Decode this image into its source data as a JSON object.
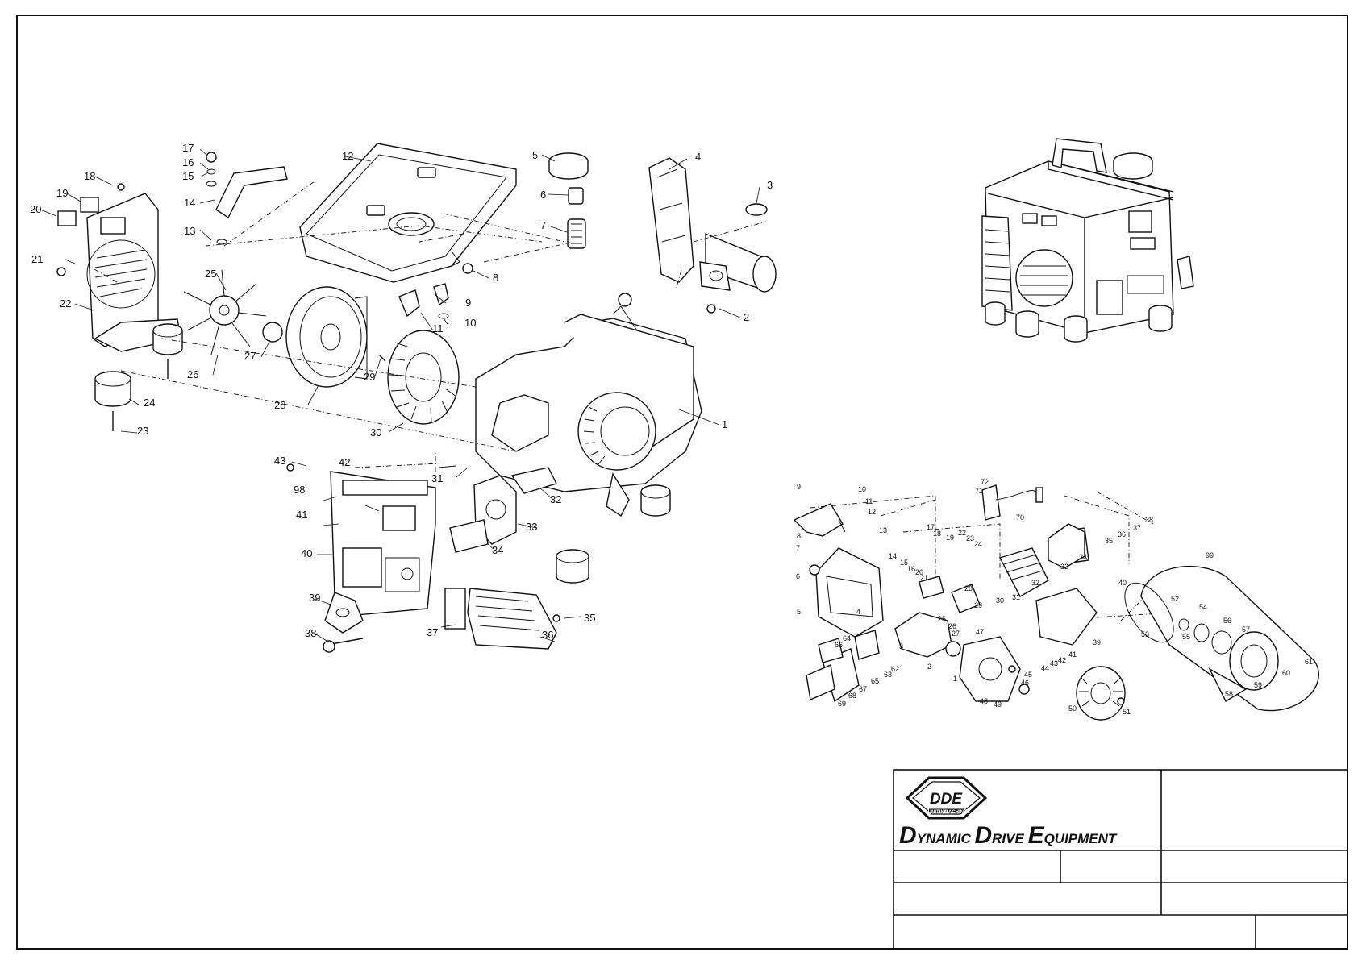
{
  "company": {
    "logo_text": "DDE",
    "logo_subtext_left": "UNITING",
    "logo_subtext_right": "MACHINES",
    "name_parts": [
      {
        "initial": "D",
        "rest": "YNAMIC"
      },
      {
        "initial": "D",
        "rest": "RIVE"
      },
      {
        "initial": "E",
        "rest": "QUIPMENT"
      }
    ]
  },
  "main_diagram": {
    "callouts": [
      "1",
      "2",
      "3",
      "4",
      "5",
      "6",
      "7",
      "8",
      "9",
      "10",
      "11",
      "12",
      "13",
      "14",
      "15",
      "16",
      "17",
      "18",
      "19",
      "20",
      "21",
      "22",
      "23",
      "24",
      "25",
      "26",
      "27",
      "28",
      "29",
      "30",
      "31",
      "32",
      "33",
      "34",
      "35",
      "36",
      "37",
      "38",
      "39",
      "40",
      "41",
      "42",
      "43",
      "98"
    ]
  },
  "engine_diagram": {
    "callouts": [
      "1",
      "2",
      "3",
      "4",
      "5",
      "6",
      "7",
      "8",
      "9",
      "10",
      "11",
      "12",
      "13",
      "14",
      "15",
      "16",
      "17",
      "18",
      "19",
      "20",
      "21",
      "22",
      "23",
      "24",
      "25",
      "26",
      "27",
      "28",
      "29",
      "30",
      "31",
      "32",
      "33",
      "34",
      "35",
      "36",
      "37",
      "38",
      "39",
      "40",
      "41",
      "42",
      "43",
      "44",
      "45",
      "46",
      "47",
      "48",
      "49",
      "50",
      "51",
      "52",
      "53",
      "54",
      "55",
      "56",
      "57",
      "58",
      "59",
      "60",
      "61",
      "62",
      "63",
      "64",
      "65",
      "66",
      "67",
      "68",
      "69",
      "70",
      "71",
      "72",
      "99"
    ]
  }
}
